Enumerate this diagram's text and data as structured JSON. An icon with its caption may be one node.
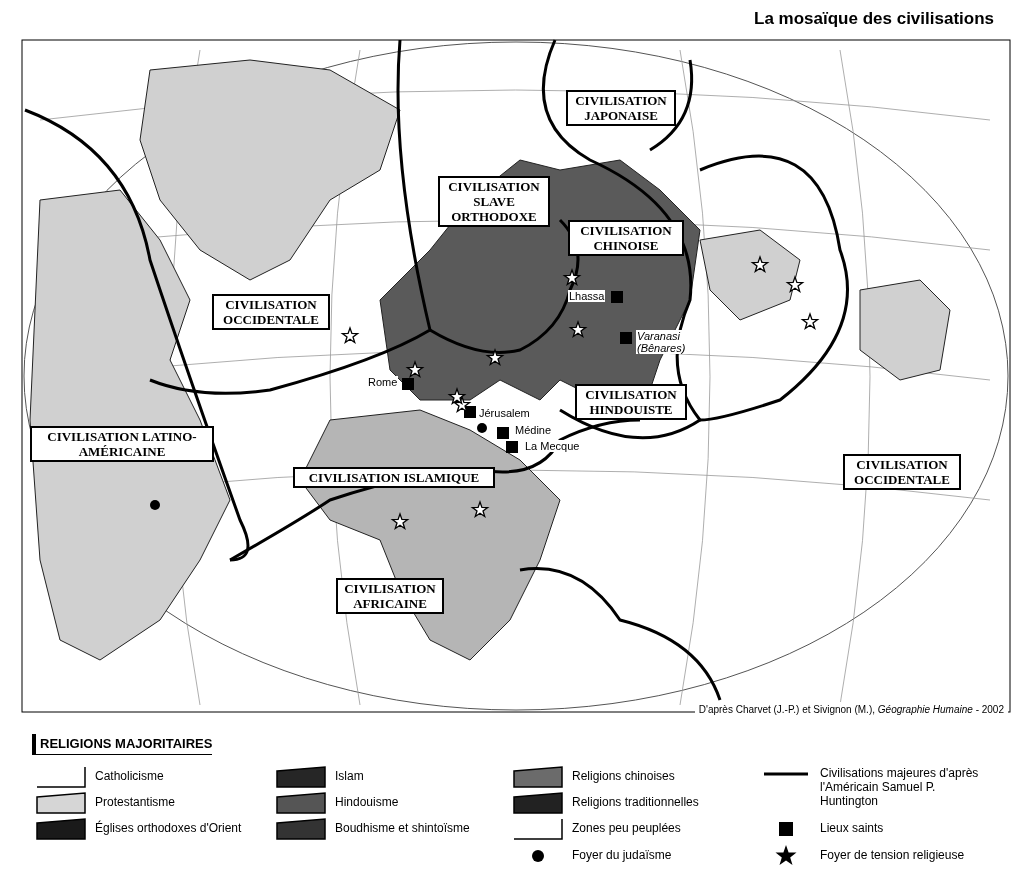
{
  "diagram": {
    "title": "La mosaïque des civilisations",
    "nodes": [
      {
        "text": [
          "CIVILISATION JAPONAISE"
        ]
      },
      {
        "text": [
          "CIVILISATION SLAVE ORTHODOXE"
        ]
      },
      {
        "text": [
          "CIVILISATION CHINOISE"
        ]
      },
      {
        "text": [
          "CIVILISATION OCCIDENTALE"
        ]
      },
      {
        "text": [
          "CIVILISATION HINDOUISTE"
        ]
      },
      {
        "text": [
          "CIVILISATION LATINO-AMÉRICAINE"
        ]
      },
      {
        "text": [
          "CIVILISATION ISLAMIQUE"
        ]
      },
      {
        "text": [
          "CIVILISATION OCCIDENTALE"
        ]
      },
      {
        "text": [
          "CIVILISATION AFRICAINE"
        ]
      }
    ],
    "edges": [],
    "labels": [
      "Lhassa",
      "Varanasi (Bênares)",
      "Rome",
      "Jérusalem",
      "Médine",
      "La Mecque",
      "D'après Charvet (J.-P.) et Sivignon (M.), *Géographie Humaine* - 2002",
      "RELIGIONS MAJORITAIRES"
    ],
    "legend": [
      {
        "text": "Catholicisme"
      },
      {
        "text": "Protestantisme",
        "color": "#d6d6d6"
      },
      {
        "text": "Églises orthodoxes d'Orient",
        "color": "#1a1a1a"
      },
      {
        "text": "Islam",
        "color": "#262626"
      },
      {
        "text": "Hindouisme",
        "color": "#555555"
      },
      {
        "text": "Boudhisme et shintoïsme",
        "color": "#333333"
      },
      {
        "text": "Religions chinoises",
        "color": "#6b6b6b"
      },
      {
        "text": "Religions traditionnelles",
        "color": "#222222"
      },
      {
        "text": "Zones peu peuplées"
      },
      {
        "text": "Foyer du judaïsme"
      },
      {
        "text": "Civilisations majeures d'après l'Américain Samuel P. Huntington"
      },
      {
        "text": "Lieux saints"
      },
      {
        "text": "Foyer de tension religieuse"
      }
    ]
  }
}
